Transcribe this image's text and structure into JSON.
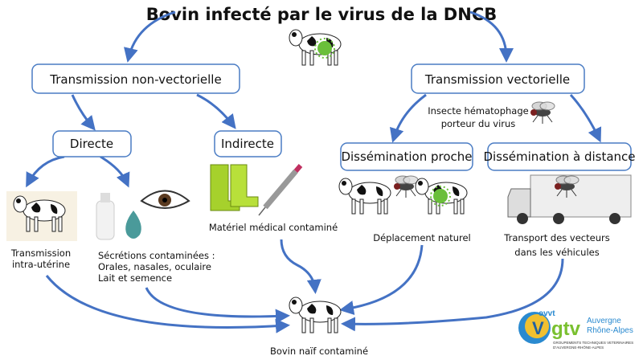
{
  "title": "Bovin infecté par le virus de la DNCB",
  "nodes": {
    "non_vectorial": "Transmission non-vectorielle",
    "vectorial": "Transmission vectorielle",
    "direct": "Directe",
    "indirect": "Indirecte",
    "near": "Dissémination proche",
    "distance": "Dissémination à distance"
  },
  "labels": {
    "insect_1": "Insecte hématophage",
    "insect_2": "porteur du virus",
    "medical": "Matériel médical contaminé",
    "natural": "Déplacement naturel",
    "transport_1": "Transport des vecteurs",
    "transport_2": "dans les véhicules",
    "intra_1": "Transmission",
    "intra_2": "intra-utérine",
    "secr_1": "Sécrétions contaminées :",
    "secr_2": "Orales, nasales, oculaire",
    "secr_3": "Lait et semence",
    "target": "Bovin naïf contaminé"
  },
  "logo": {
    "text_1": "ovvt",
    "text_2": "gtv",
    "text_3": "Auvergne",
    "text_4": "Rhône-Alpes",
    "text_5": "GROUPEMENTS TECHNIQUES VETERINAIRES",
    "text_6": "D'AUVERGNE-RHÔNE-ALPES"
  },
  "colors": {
    "arrow": "#4472c4",
    "box_border": "#4a7cc4",
    "virus": "#6abf3a"
  }
}
